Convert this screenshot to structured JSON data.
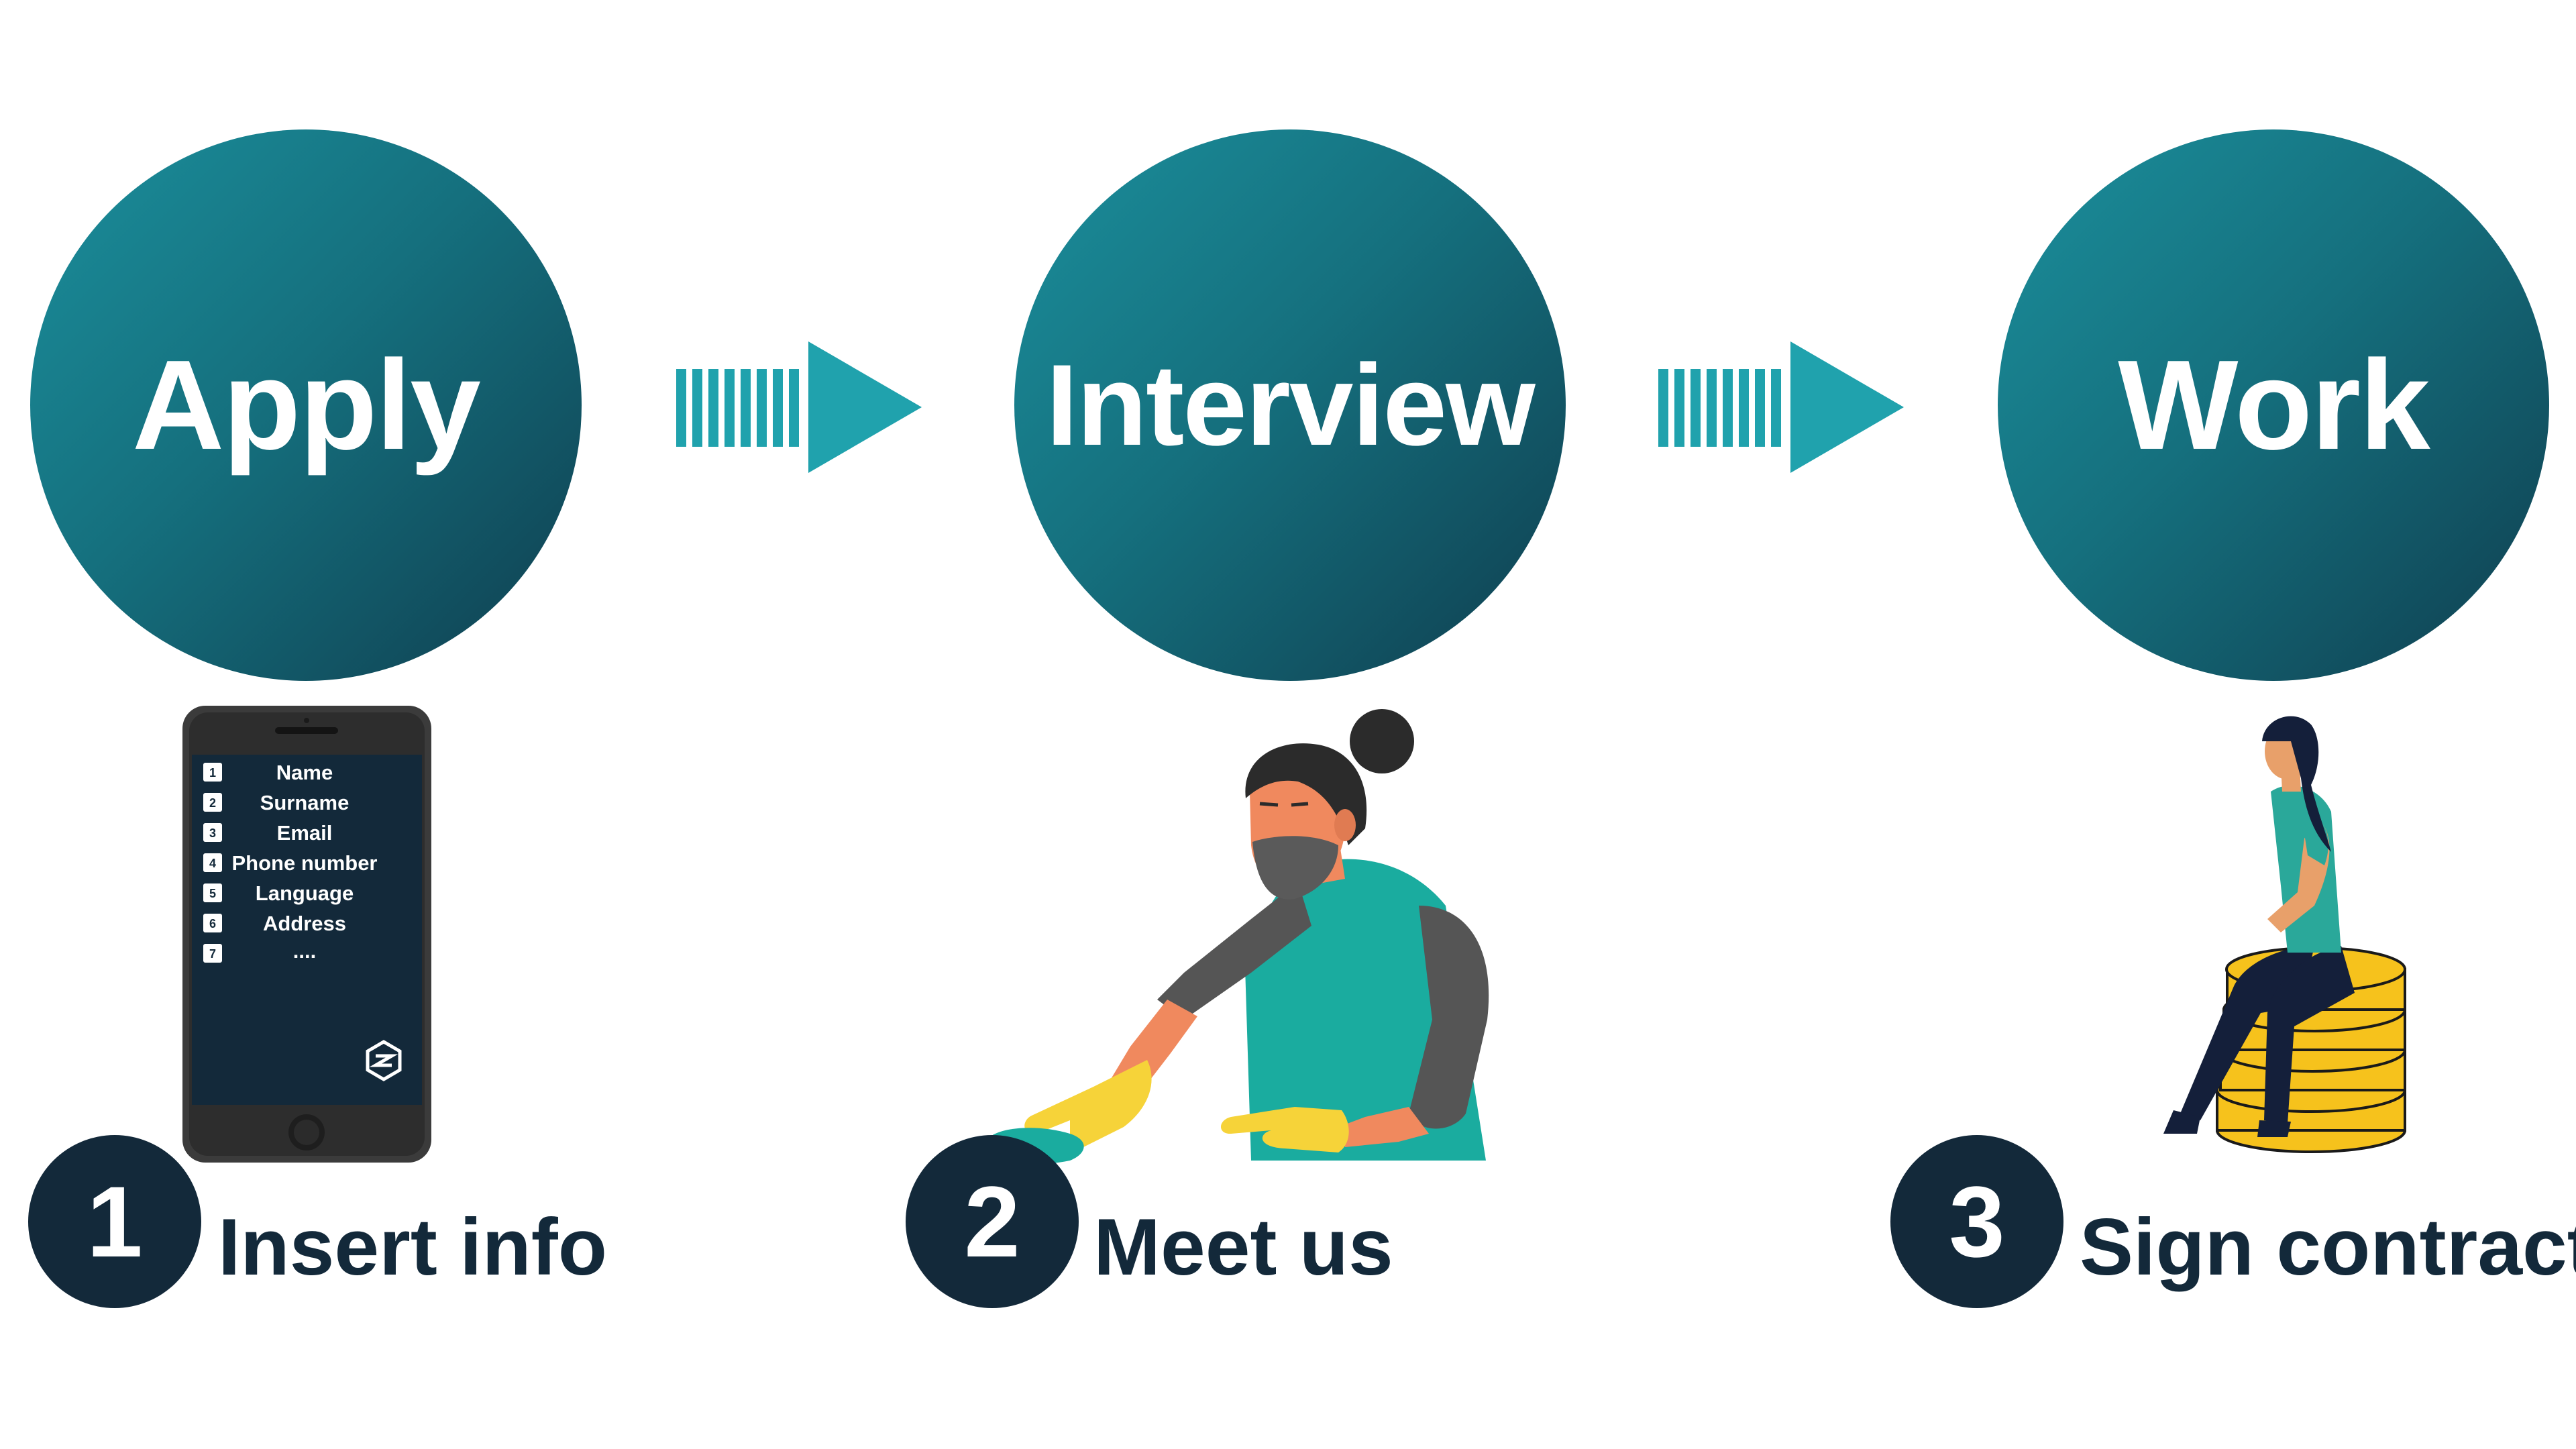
{
  "steps": [
    {
      "title": "Apply",
      "number": "1",
      "caption": "Insert info"
    },
    {
      "title": "Interview",
      "number": "2",
      "caption": "Meet us"
    },
    {
      "title": "Work",
      "number": "3",
      "caption": "Sign contract"
    }
  ],
  "phone": {
    "fields": [
      {
        "n": "1",
        "label": "Name"
      },
      {
        "n": "2",
        "label": "Surname"
      },
      {
        "n": "3",
        "label": "Email"
      },
      {
        "n": "4",
        "label": "Phone number"
      },
      {
        "n": "5",
        "label": "Language"
      },
      {
        "n": "6",
        "label": "Address"
      },
      {
        "n": "7",
        "label": "...."
      }
    ]
  },
  "colors": {
    "circle_start": "#1b8f9c",
    "circle_end": "#0f3e4f",
    "arrow": "#20a2ad",
    "dark_navy": "#13293a",
    "coin_gold": "#f6c21c",
    "shirt_teal": "#1aac9f",
    "glove_yellow": "#f6d339"
  }
}
